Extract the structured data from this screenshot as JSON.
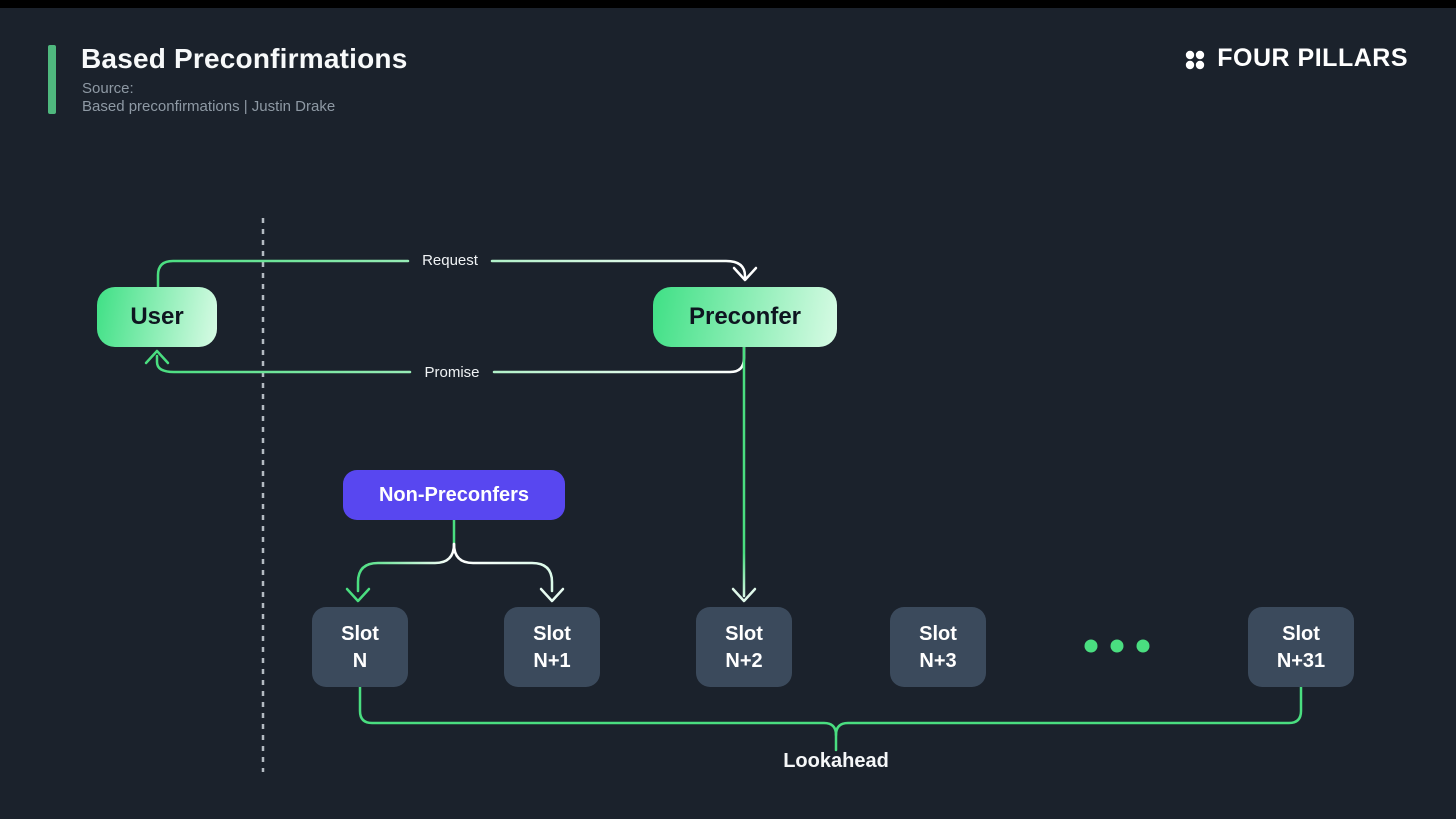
{
  "page": {
    "background": "#1b222c",
    "top_strip_color": "#000000"
  },
  "header": {
    "title": "Based Preconfirmations",
    "source_label": "Source:",
    "source_value": "Based preconfirmations | Justin Drake",
    "accent_bar_color": "#4fb87e"
  },
  "brand": {
    "name": "FOUR PILLARS",
    "icon": "four-dots-grid-icon",
    "color": "#ffffff"
  },
  "diagram": {
    "nodes": {
      "user": {
        "label": "User"
      },
      "preconfer": {
        "label": "Preconfer"
      },
      "non_preconfers": {
        "label": "Non-Preconfers"
      },
      "slots": [
        {
          "line1": "Slot",
          "line2": "N"
        },
        {
          "line1": "Slot",
          "line2": "N+1"
        },
        {
          "line1": "Slot",
          "line2": "N+2"
        },
        {
          "line1": "Slot",
          "line2": "N+3"
        },
        {
          "line1": "Slot",
          "line2": "N+31"
        }
      ],
      "ellipsis_dot_count": 3
    },
    "edges": {
      "request_label": "Request",
      "promise_label": "Promise",
      "lookahead_label": "Lookahead",
      "request": "user -> preconfer",
      "promise": "preconfer -> user",
      "preconfer_assignment": "preconfer -> slot N+2",
      "non_preconfer_assignment": "non-preconfers -> slot N, slot N+1",
      "lookahead_span": "slot N .. slot N+31"
    },
    "colors": {
      "wire_green": "#4ade80",
      "wire_white": "#ffffff",
      "slot_fill": "#3b4a5c",
      "non_preconfers_fill": "#5847f0",
      "node_gradient_start": "#3fe085",
      "node_gradient_end": "#d8fbe5",
      "dashed_line": "#cfd6dd",
      "ellipsis_dots": "#4ade80"
    }
  }
}
